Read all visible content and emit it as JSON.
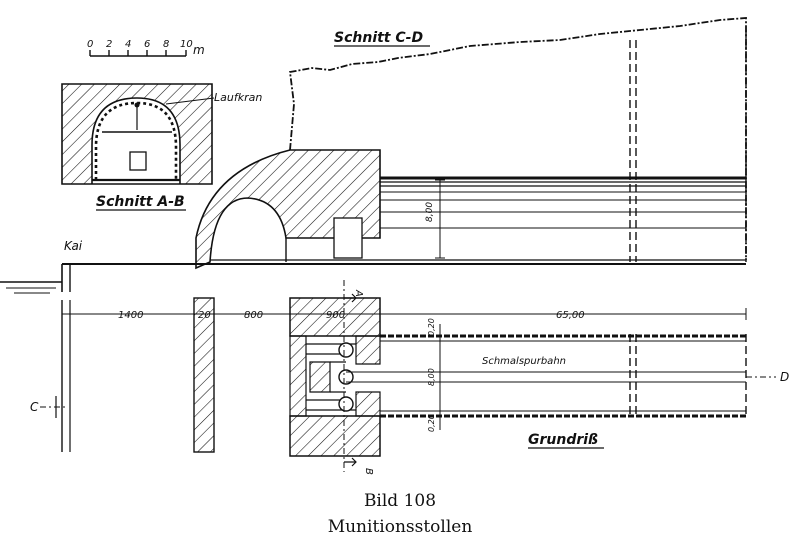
{
  "scale_bar": {
    "ticks": [
      "0",
      "2",
      "4",
      "6",
      "8",
      "10"
    ],
    "unit": "m"
  },
  "section_ab": {
    "title": "Schnitt A-B",
    "crane_label": "Laufkran"
  },
  "section_cd": {
    "title": "Schnitt C-D",
    "height_dim": "8,00"
  },
  "quay_label": "Kai",
  "plan": {
    "title": "Grundriß",
    "dimensions": [
      "1400",
      "20",
      "800",
      "900",
      "65,00"
    ],
    "vertical_dims": [
      "0,20",
      "8,00",
      "0,20"
    ],
    "track_label": "Schmalspurbahn",
    "markers": {
      "a": "A",
      "b": "B",
      "c": "C",
      "d": "D"
    }
  },
  "caption": {
    "number": "Bild 108",
    "title": "Munitionsstollen"
  },
  "colors": {
    "ink": "#111111",
    "paper": "#ffffff"
  }
}
